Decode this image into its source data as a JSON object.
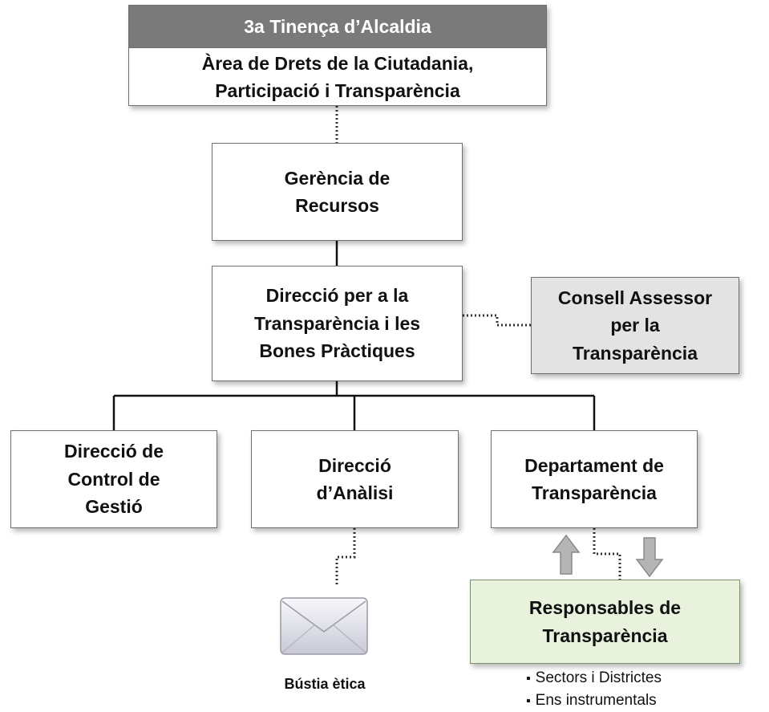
{
  "nodes": {
    "top_header": "3a Tinença d’Alcaldia",
    "top_body": "Àrea de Drets de la Ciutadania,\nParticipació i Transparència",
    "gerencia": "Gerència de\nRecursos",
    "direccio": "Direcció per a la\nTransparència i les\nBones Pràctiques",
    "consell": "Consell Assessor\nper la\nTransparència",
    "control": "Direcció de\nControl de\nGestió",
    "analisi": "Direcció\nd’Anàlisi",
    "departament": "Departament de\nTransparència",
    "responsables": "Responsables de\nTransparència"
  },
  "mailbox": {
    "label": "Bústia ètica",
    "icon": "envelope-icon"
  },
  "responsables_scope": [
    "Sectors i Districtes",
    "Ens instrumentals"
  ],
  "colors": {
    "header_fill": "#7a7a7a",
    "advisory_fill": "#e3e3e3",
    "responsables_fill": "#e9f2dc",
    "arrow_fill": "#b5b5b5"
  }
}
